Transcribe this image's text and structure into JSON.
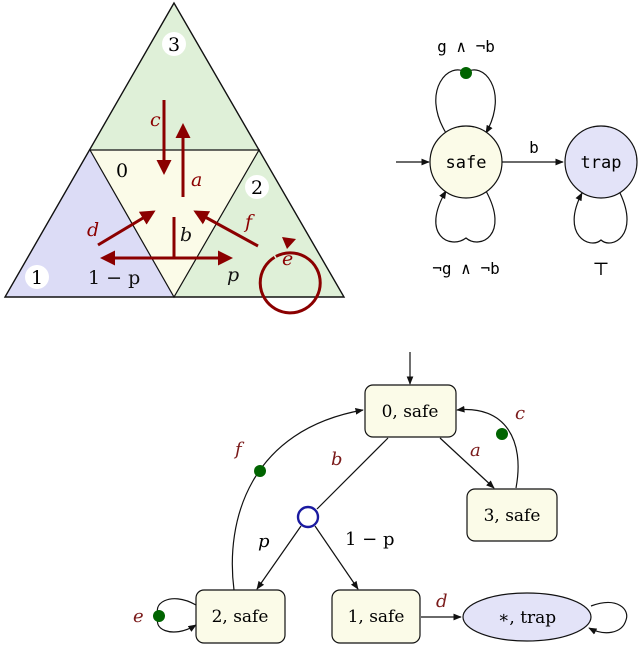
{
  "triangle": {
    "regions": {
      "r0": "0",
      "r1": "1",
      "r2": "2",
      "r3": "3"
    },
    "labels": {
      "a": "a",
      "b": "b",
      "c": "c",
      "d": "d",
      "e": "e",
      "f": "f",
      "p": "p",
      "one_minus_p": "1 − p"
    },
    "colors": {
      "green_fill": "#dff0d8",
      "purple_fill": "#dcdcf6",
      "cream_fill": "#fbfbe8",
      "arrow": "#8b0000"
    }
  },
  "monitor": {
    "states": {
      "safe": "safe",
      "trap": "trap"
    },
    "labels": {
      "safe_loop_top": "g ∧ ¬b",
      "safe_loop_bottom": "¬g ∧ ¬b",
      "edge": "b",
      "trap_loop": "⊤"
    },
    "colors": {
      "safe_fill": "#fbfbe8",
      "trap_fill": "#e3e3f8",
      "dot": "#006400"
    }
  },
  "product": {
    "states": {
      "s0": "0, safe",
      "s1": "1, safe",
      "s2": "2, safe",
      "s3": "3, safe",
      "trap": "∗, trap"
    },
    "labels": {
      "a": "a",
      "b": "b",
      "c": "c",
      "d": "d",
      "e": "e",
      "f": "f",
      "p": "p",
      "one_minus_p": "1 − p"
    },
    "colors": {
      "state_fill": "#fbfbe8",
      "trap_fill": "#e3e3f8",
      "dot": "#006400",
      "random_node": "#1a1aa0",
      "label": "#7a1a1a"
    }
  }
}
